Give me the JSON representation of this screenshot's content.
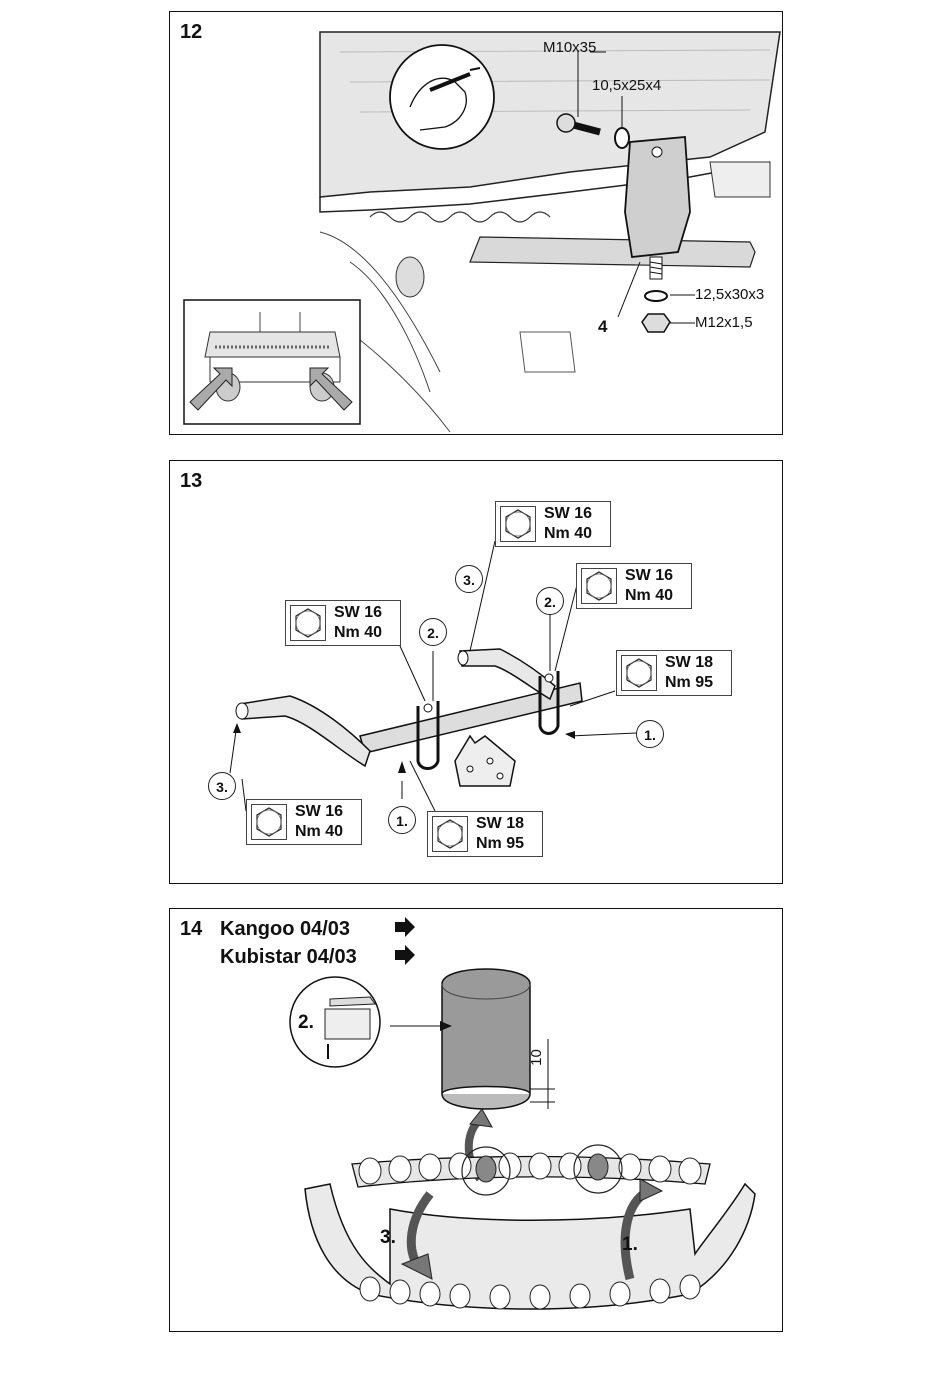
{
  "panel12": {
    "number": "12",
    "labels": {
      "bolt": "M10x35",
      "washer_top": "10,5x25x4",
      "washer_bottom": "12,5x30x3",
      "nut": "M12x1,5",
      "part": "4"
    }
  },
  "panel13": {
    "number": "13",
    "torque_boxes": [
      {
        "sw": "SW 16",
        "nm": "Nm 40"
      },
      {
        "sw": "SW 16",
        "nm": "Nm 40"
      },
      {
        "sw": "SW 16",
        "nm": "Nm 40"
      },
      {
        "sw": "SW 18",
        "nm": "Nm 95"
      },
      {
        "sw": "SW 16",
        "nm": "Nm 40"
      },
      {
        "sw": "SW 18",
        "nm": "Nm 95"
      }
    ],
    "steps": [
      "3.",
      "2.",
      "2.",
      "1.",
      "3.",
      "1."
    ]
  },
  "panel14": {
    "number": "14",
    "title_line1": "Kangoo 04/03",
    "title_line2": "Kubistar 04/03",
    "step_labels": [
      "2.",
      "3.",
      "1."
    ],
    "dimension": "10"
  }
}
